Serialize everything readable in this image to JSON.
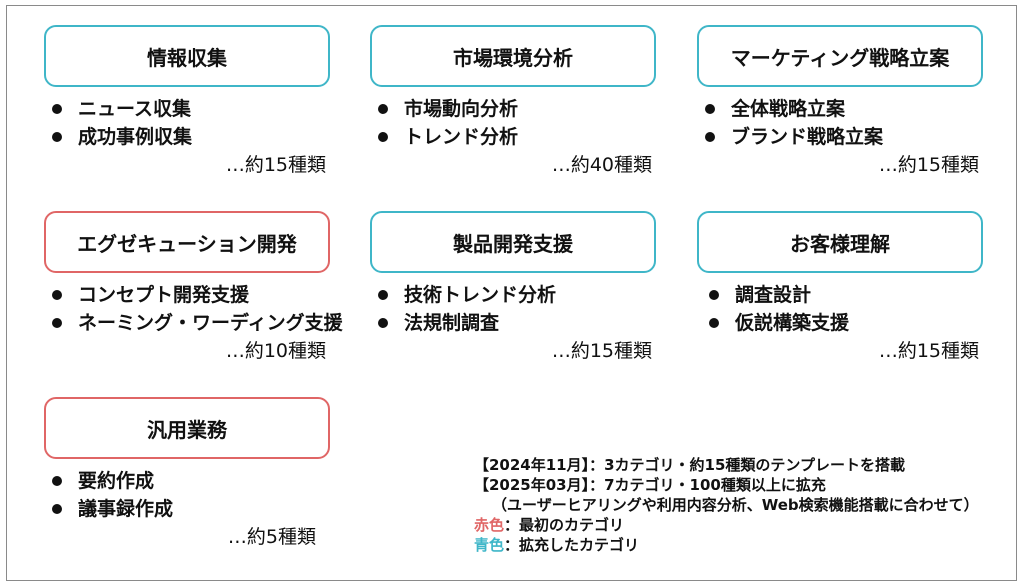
{
  "categories": [
    {
      "title": "情報収集",
      "items": [
        "ニュース収集",
        "成功事例収集"
      ],
      "count": "…約15種類",
      "color": "blue"
    },
    {
      "title": "市場環境分析",
      "items": [
        "市場動向分析",
        "トレンド分析"
      ],
      "count": "…約40種類",
      "color": "blue"
    },
    {
      "title": "マーケティング戦略立案",
      "items": [
        "全体戦略立案",
        "ブランド戦略立案"
      ],
      "count": "…約15種類",
      "color": "blue"
    },
    {
      "title": "エグゼキューション開発",
      "items": [
        "コンセプト開発支援",
        "ネーミング・ワーディング支援"
      ],
      "count": "…約10種類",
      "color": "red"
    },
    {
      "title": "製品開発支援",
      "items": [
        "技術トレンド分析",
        "法規制調査"
      ],
      "count": "…約15種類",
      "color": "blue"
    },
    {
      "title": "お客様理解",
      "items": [
        "調査設計",
        "仮説構築支援"
      ],
      "count": "…約15種類",
      "color": "blue"
    },
    {
      "title": "汎用業務",
      "items": [
        "要約作成",
        "議事録作成"
      ],
      "count": "…約5種類",
      "color": "red"
    }
  ],
  "notes": {
    "line1": "【2024年11月】：3カテゴリ・約15種類のテンプレートを搭載",
    "line2": "【2025年03月】：7カテゴリ・100種類以上に拡充",
    "line3": "（ユーザーヒアリングや利用内容分析、Web検索機能搭載に合わせて）",
    "legend_red_label": "赤色",
    "legend_red_text": "：最初のカテゴリ",
    "legend_blue_label": "青色",
    "legend_blue_text": "：拡充したカテゴリ"
  },
  "colors": {
    "blue_border": "#3fb6c8",
    "red_border": "#e06666"
  }
}
